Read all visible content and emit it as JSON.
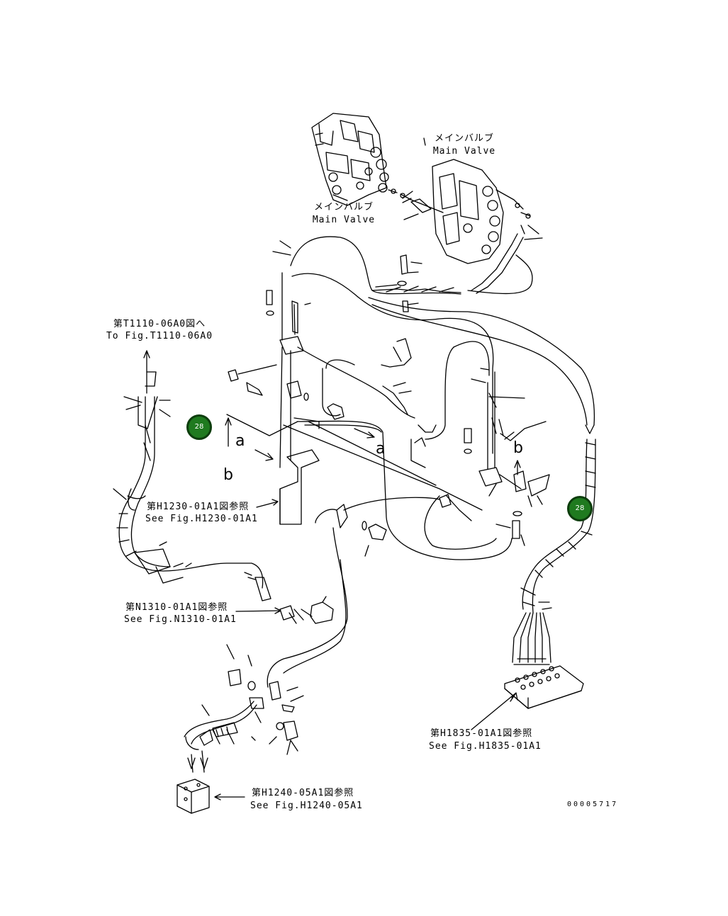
{
  "labels": {
    "main_valve_top_jp": "メインバルブ",
    "main_valve_top_en": "Main Valve",
    "main_valve_left_jp": "メインバルブ",
    "main_valve_left_en": "Main Valve",
    "ref_t1110_jp": "第T1110-06A0図へ",
    "ref_t1110_en": "To Fig.T1110-06A0",
    "ref_h1230_jp": "第H1230-01A1図参照",
    "ref_h1230_en": "See Fig.H1230-01A1",
    "ref_n1310_jp": "第N1310-01A1図参照",
    "ref_n1310_en": "See Fig.N1310-01A1",
    "ref_h1835_jp": "第H1835-01A1図参照",
    "ref_h1835_en": "See Fig.H1835-01A1",
    "ref_h1240_jp": "第H1240-05A1図参照",
    "ref_h1240_en": "See Fig.H1240-05A1",
    "view_a_left": "a",
    "view_a_right": "a",
    "view_b_left": "b",
    "view_b_right": "b",
    "doc_id": "00005717"
  },
  "hotspots": [
    {
      "label": "28",
      "color": "#1f7a1f"
    },
    {
      "label": "28",
      "color": "#1f7a1f"
    }
  ]
}
